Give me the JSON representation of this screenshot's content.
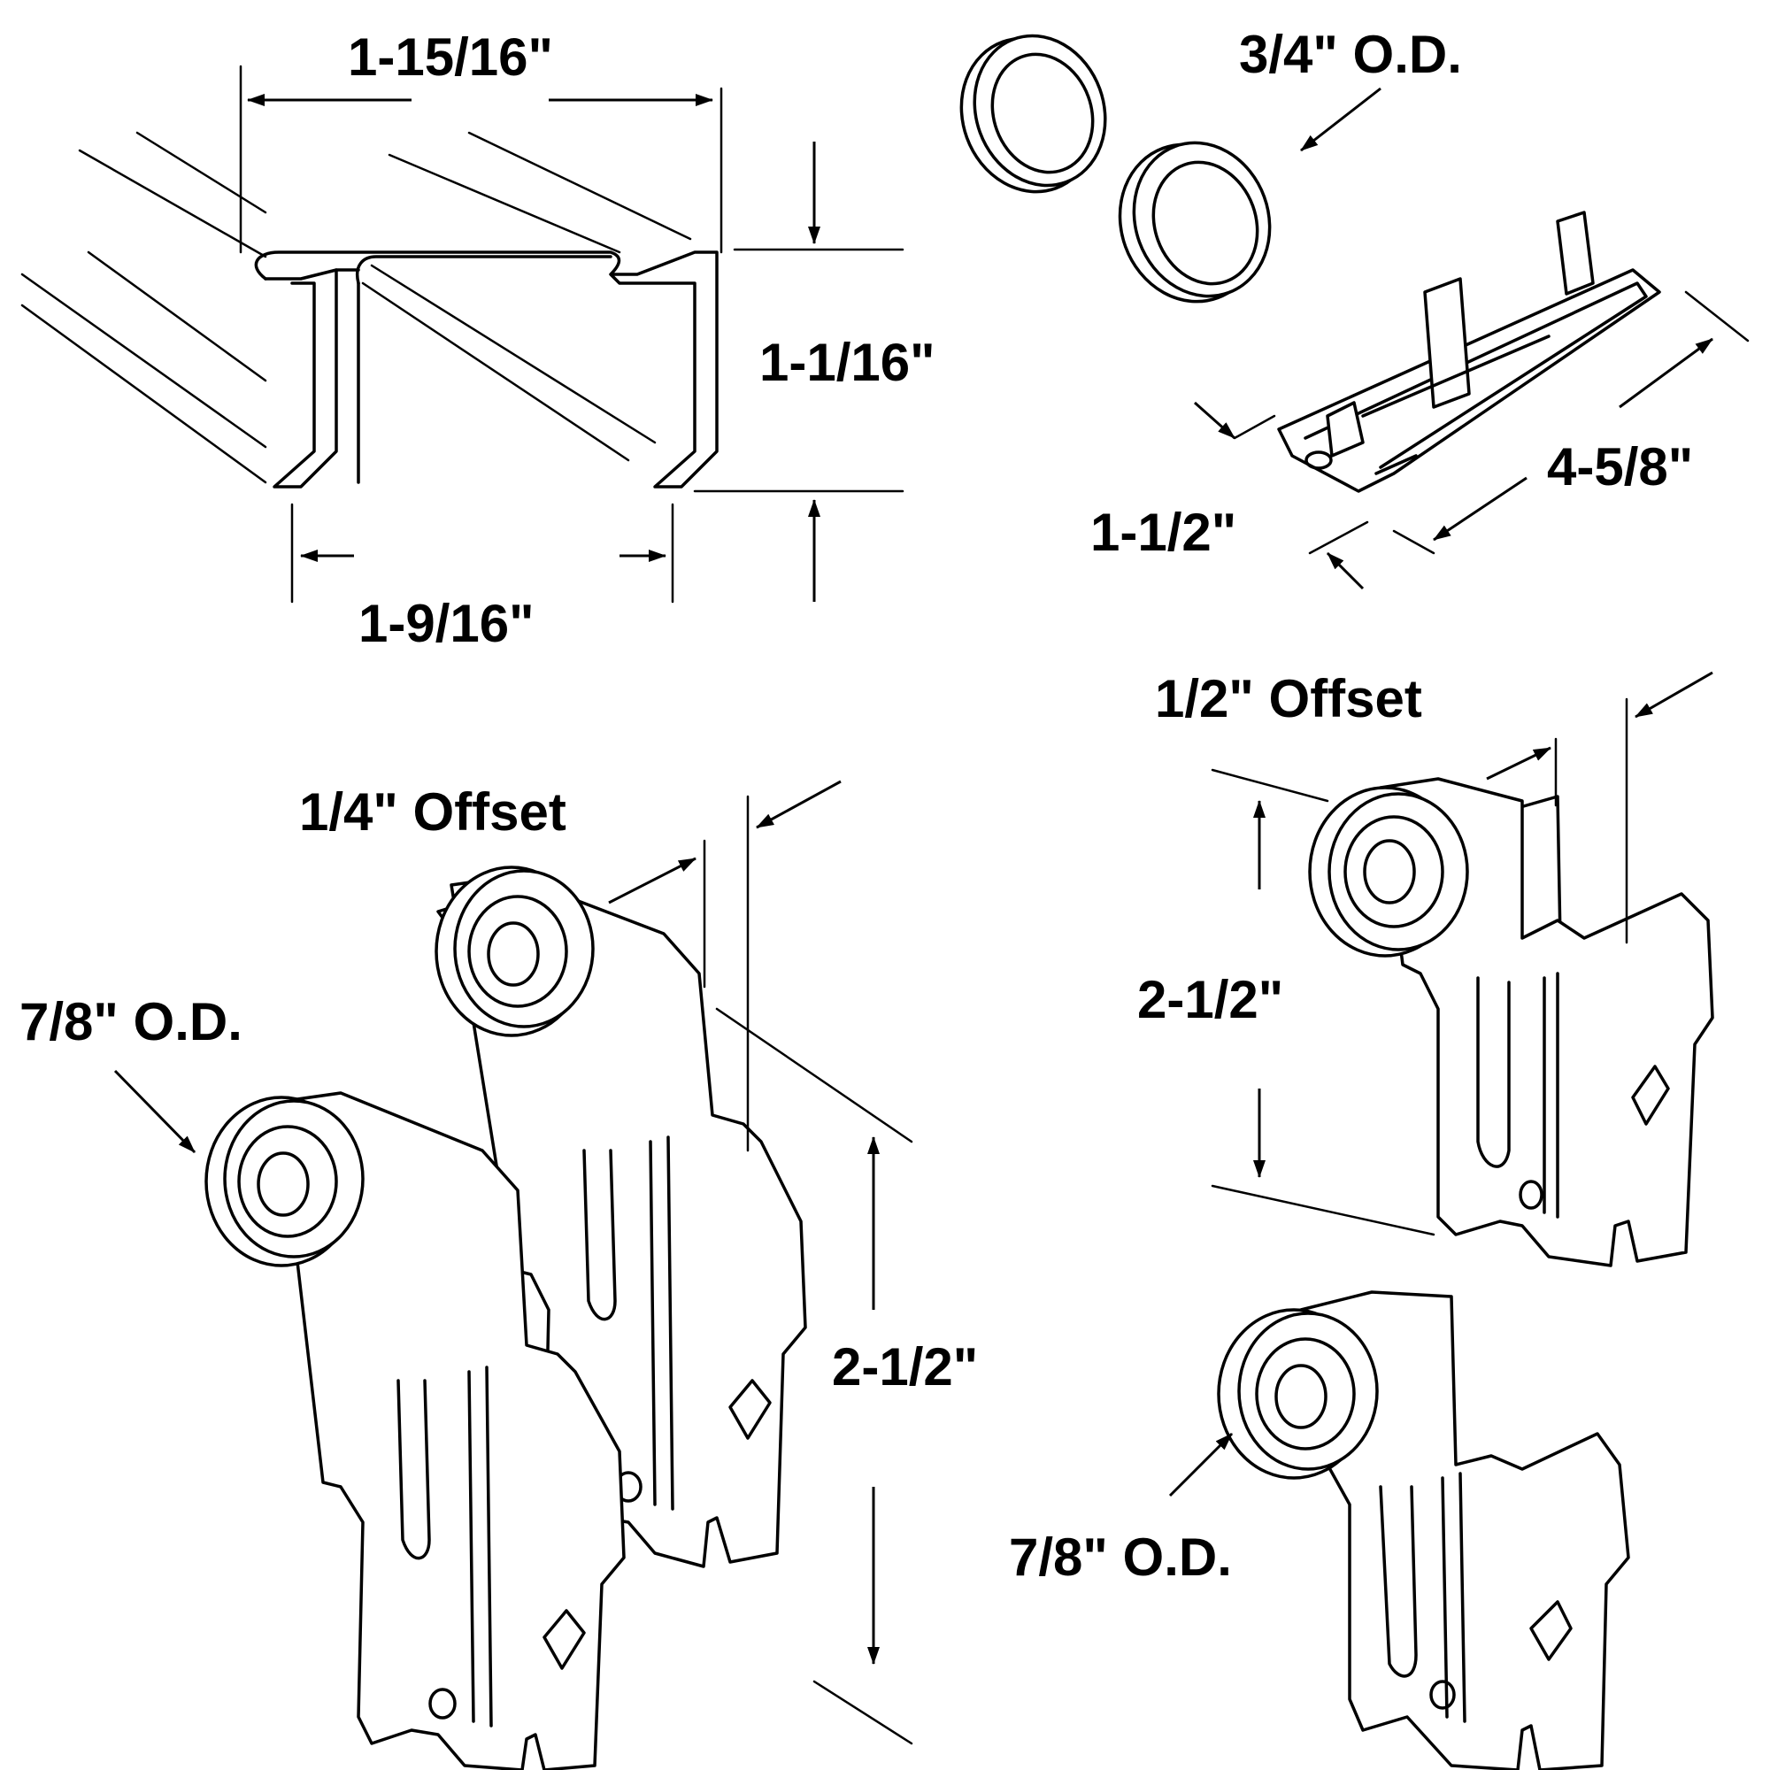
{
  "labels": {
    "track_outer_width": "1-15/16\"",
    "track_inner_width": "1-9/16\"",
    "track_height": "1-1/16\"",
    "pull_od": "3/4\" O.D.",
    "guide_width": "1-1/2\"",
    "guide_length": "4-5/8\"",
    "offset_half": "1/2\" Offset",
    "offset_quarter": "1/4\" Offset",
    "roller_od_left": "7/8\" O.D.",
    "roller_od_right": "7/8\" O.D.",
    "height_left": "2-1/2\"",
    "height_right": "2-1/2\""
  }
}
